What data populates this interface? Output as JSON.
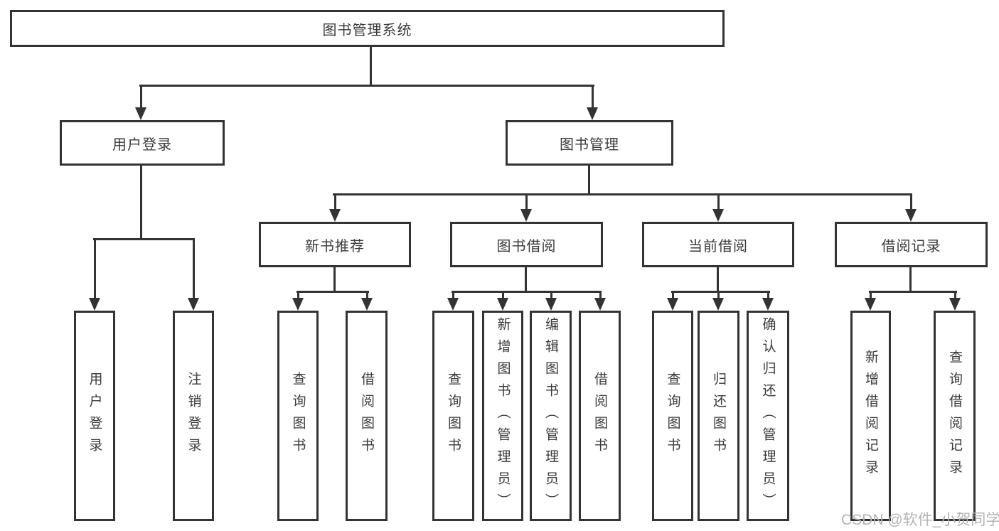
{
  "tree": {
    "label": "图书管理系统",
    "children": [
      {
        "label": "用户登录",
        "children": [
          {
            "label": "用户登录"
          },
          {
            "label": "注销登录"
          }
        ]
      },
      {
        "label": "图书管理",
        "children": [
          {
            "label": "新书推荐",
            "children": [
              {
                "label": "查询图书"
              },
              {
                "label": "借阅图书"
              }
            ]
          },
          {
            "label": "图书借阅",
            "children": [
              {
                "label": "查询图书"
              },
              {
                "label": "新增图书（管理员）"
              },
              {
                "label": "编辑图书（管理员）"
              },
              {
                "label": "借阅图书"
              }
            ]
          },
          {
            "label": "当前借阅",
            "children": [
              {
                "label": "查询图书"
              },
              {
                "label": "归还图书"
              },
              {
                "label": "确认归还（管理员）"
              }
            ]
          },
          {
            "label": "借阅记录",
            "children": [
              {
                "label": "新增借阅记录"
              },
              {
                "label": "查询借阅记录"
              }
            ]
          }
        ]
      }
    ]
  },
  "watermark": {
    "text": "CSDN @软件_小贺同学"
  },
  "colors": {
    "line": "#333333",
    "text": "#3a3a3a",
    "watermark": "#b3b3b3",
    "background": "#ffffff"
  }
}
